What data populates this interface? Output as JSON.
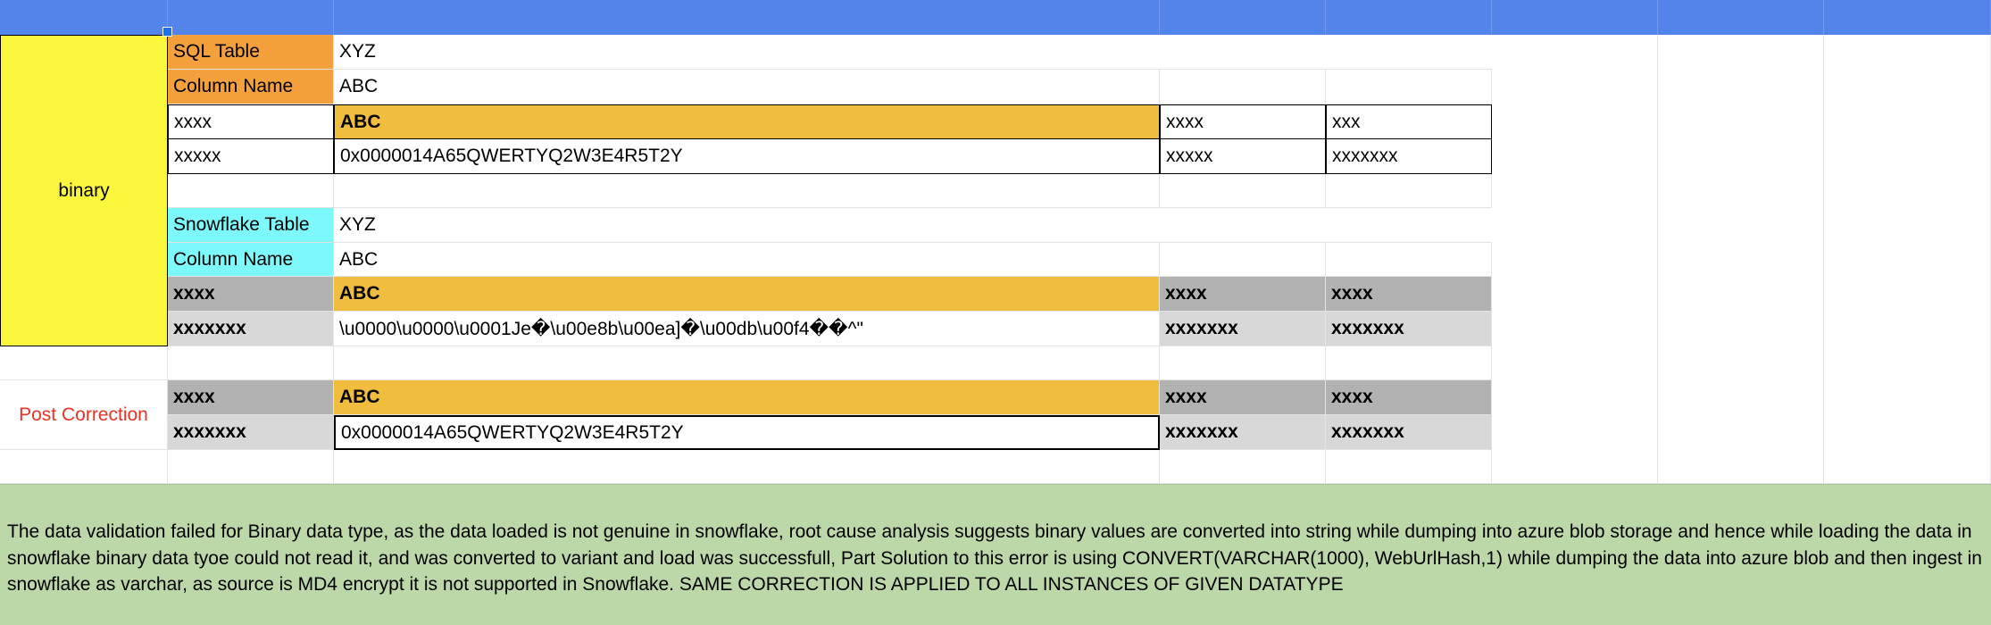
{
  "sheet": {
    "binary_label": "binary",
    "post_correction_label": "Post Correction",
    "sql_block": {
      "table_label": "SQL Table",
      "table_value": "XYZ",
      "column_label": "Column Name",
      "column_value": "ABC",
      "header_row": [
        "xxxx",
        "ABC",
        "xxxx",
        "xxx"
      ],
      "data_row": [
        "xxxxx",
        "0x0000014A65QWERTYQ2W3E4R5T2Y",
        "xxxxx",
        "xxxxxxx"
      ]
    },
    "snowflake_block": {
      "table_label": "Snowflake Table",
      "table_value": "XYZ",
      "column_label": "Column Name",
      "column_value": "ABC",
      "header_row": [
        "xxxx",
        "ABC",
        "xxxx",
        "xxxx"
      ],
      "data_row": [
        "xxxxxxx",
        "\\u0000\\u0000\\u0001Je�\\u00e8b\\u00ea]�\\u00db\\u00f4��^\"",
        "xxxxxxx",
        "xxxxxxx"
      ]
    },
    "post_block": {
      "header_row": [
        "xxxx",
        "ABC",
        "xxxx",
        "xxxx"
      ],
      "data_row": [
        "xxxxxxx",
        "0x0000014A65QWERTYQ2W3E4R5T2Y",
        "xxxxxxx",
        "xxxxxxx"
      ]
    },
    "note": "The data validation failed for Binary data type, as the data loaded is not genuine in snowflake, root cause analysis suggests binary values are converted into string while dumping into azure blob storage and hence while loading the data in snowflake binary data tyoe could not read it, and was converted to variant and load was successfull, Part Solution to this error is using CONVERT(VARCHAR(1000), WebUrlHash,1) while dumping the data into azure blob and then ingest in snowflake as varchar, as source is MD4 encrypt it is not supported in Snowflake. SAME CORRECTION IS APPLIED TO ALL INSTANCES OF GIVEN DATATYPE"
  },
  "colors": {
    "header_blue": "#5384ea",
    "orange": "#f3a03d",
    "gold": "#f1bd3f",
    "cyan": "#7df9fb",
    "gray": "#b2b2b2",
    "light_gray": "#d8d8d8",
    "yellow": "#fbf73f",
    "green_note": "#bcd7a8",
    "red_text": "#ea3323"
  }
}
